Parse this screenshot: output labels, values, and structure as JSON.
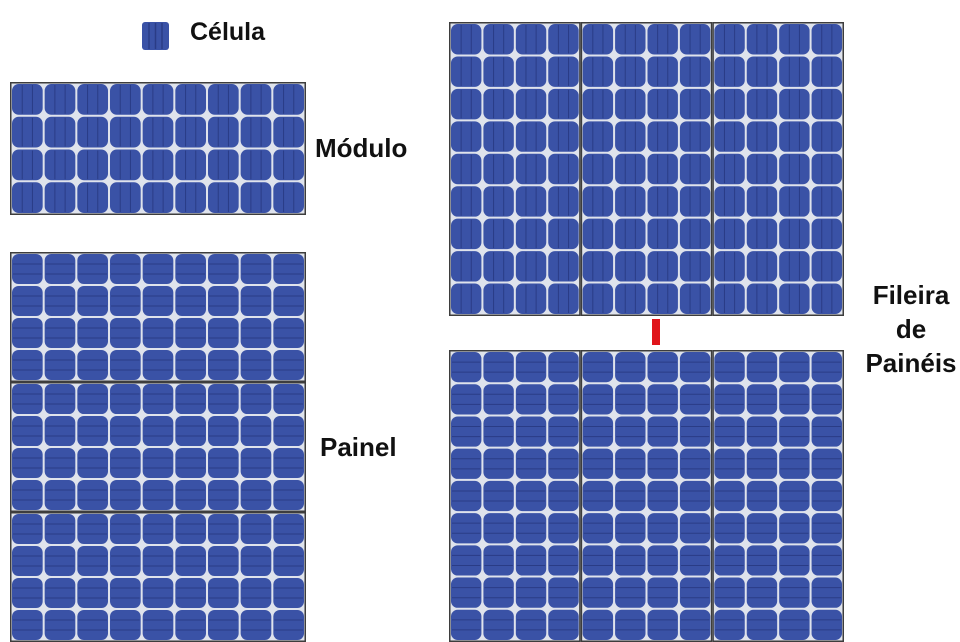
{
  "labels": {
    "cell": "Célula",
    "module": "Módulo",
    "panel": "Painel",
    "string": [
      "Fileira",
      "de",
      "Painéis"
    ]
  },
  "colors": {
    "cell_fill": "#3a52a6",
    "cell_busbar": "#2a3c86",
    "frame": "#3d3d3d",
    "gap": "#dfe3ec",
    "connector": "#e0151b",
    "text": "#111111"
  },
  "panels": [
    {
      "name": "module",
      "modules": 1,
      "module_cols": 9,
      "module_rows": 4,
      "arrangement": "single module"
    },
    {
      "name": "panel",
      "modules": 3,
      "module_cols": 9,
      "module_rows": 4,
      "arrangement": "3 modules stacked vertically"
    },
    {
      "name": "string-panel-top",
      "modules": 3,
      "module_cols": 4,
      "module_rows": 9,
      "arrangement": "3 modules side by side"
    },
    {
      "name": "string-panel-bottom",
      "modules": 3,
      "module_cols": 4,
      "module_rows": 9,
      "arrangement": "3 modules side by side"
    }
  ]
}
